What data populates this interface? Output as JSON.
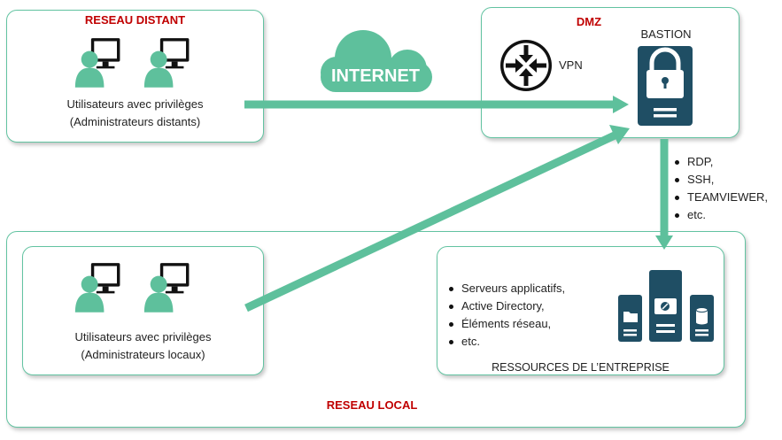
{
  "remote": {
    "title": "RESEAU DISTANT",
    "caption_line1": "Utilisateurs avec privilèges",
    "caption_line2": "(Administrateurs distants)"
  },
  "dmz": {
    "title": "DMZ",
    "vpn_label": "VPN",
    "bastion_label": "BASTION"
  },
  "internet": {
    "label": "INTERNET"
  },
  "protocols": [
    "RDP,",
    "SSH,",
    "TEAMVIEWER,",
    "etc."
  ],
  "local": {
    "title": "RESEAU LOCAL",
    "caption_line1": "Utilisateurs avec privilèges",
    "caption_line2": "(Administrateurs locaux)"
  },
  "resources": {
    "items": [
      "Serveurs applicatifs,",
      "Active Directory,",
      "Éléments réseau,",
      "etc."
    ],
    "label": "RESSOURCES DE L’ENTREPRISE"
  },
  "colors": {
    "accent": "#5ec09c",
    "dark": "#1f4e64",
    "title_red": "#c00000"
  },
  "icons": [
    "user-with-monitor-icon",
    "cloud-icon",
    "router-icon",
    "padlock-icon",
    "server-icon",
    "folder-icon",
    "database-icon"
  ]
}
